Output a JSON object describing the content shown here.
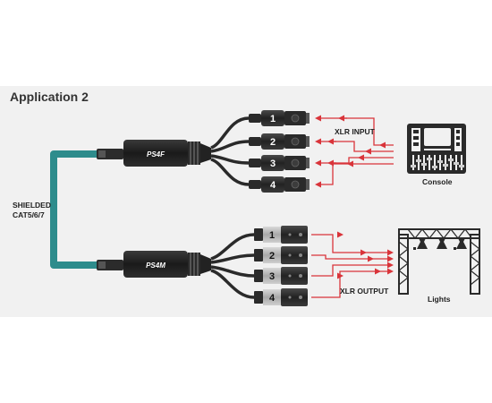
{
  "title": "Application 2",
  "cable_label_line1": "SHIELDED",
  "cable_label_line2": "CAT5/6/7",
  "top_box_label": "PS4F",
  "bottom_box_label": "PS4M",
  "xlr_input_label": "XLR INPUT",
  "xlr_output_label": "XLR OUTPUT",
  "console_label": "Console",
  "lights_label": "Lights",
  "top_channels": [
    "1",
    "2",
    "3",
    "4"
  ],
  "bottom_channels": [
    "1",
    "2",
    "3",
    "4"
  ],
  "colors": {
    "cable": "#2e8c8c",
    "arrow": "#d9343a",
    "device": "#2a2a2a",
    "background": "#f1f1f1"
  }
}
